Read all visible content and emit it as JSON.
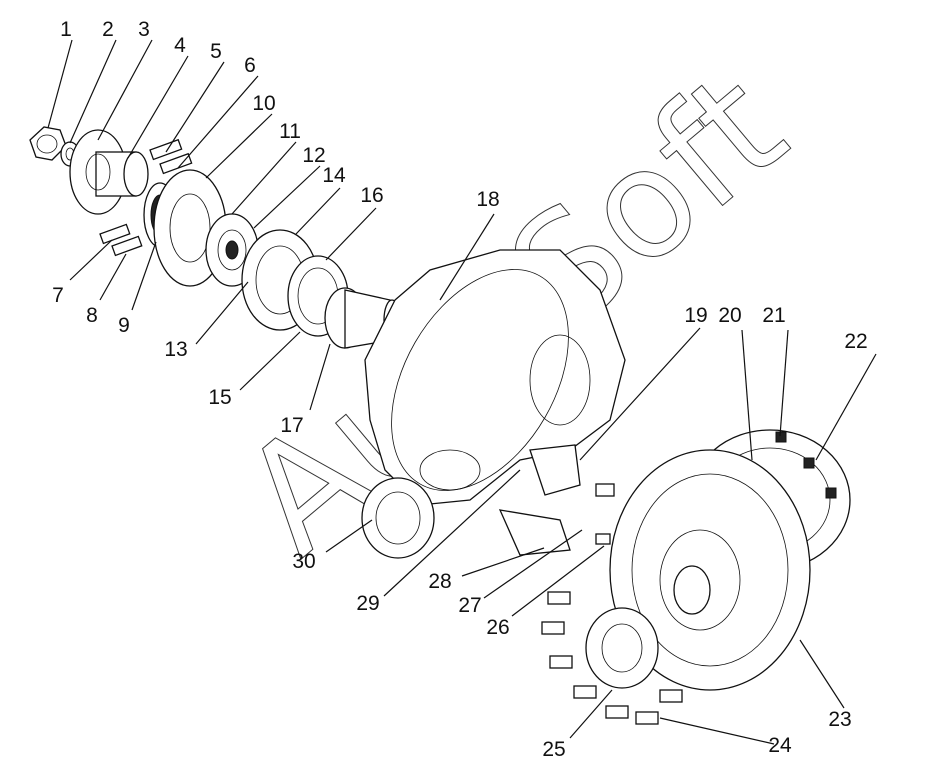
{
  "watermark": "AutoSoft",
  "callouts": [
    {
      "id": "1",
      "label": "1"
    },
    {
      "id": "2",
      "label": "2"
    },
    {
      "id": "3",
      "label": "3"
    },
    {
      "id": "4",
      "label": "4"
    },
    {
      "id": "5",
      "label": "5"
    },
    {
      "id": "6",
      "label": "6"
    },
    {
      "id": "7",
      "label": "7"
    },
    {
      "id": "8",
      "label": "8"
    },
    {
      "id": "9",
      "label": "9"
    },
    {
      "id": "10",
      "label": "10"
    },
    {
      "id": "11",
      "label": "11"
    },
    {
      "id": "12",
      "label": "12"
    },
    {
      "id": "13",
      "label": "13"
    },
    {
      "id": "14",
      "label": "14"
    },
    {
      "id": "15",
      "label": "15"
    },
    {
      "id": "16",
      "label": "16"
    },
    {
      "id": "17",
      "label": "17"
    },
    {
      "id": "18",
      "label": "18"
    },
    {
      "id": "19",
      "label": "19"
    },
    {
      "id": "20",
      "label": "20"
    },
    {
      "id": "21",
      "label": "21"
    },
    {
      "id": "22",
      "label": "22"
    },
    {
      "id": "23",
      "label": "23"
    },
    {
      "id": "24",
      "label": "24"
    },
    {
      "id": "25",
      "label": "25"
    },
    {
      "id": "26",
      "label": "26"
    },
    {
      "id": "27",
      "label": "27"
    },
    {
      "id": "28",
      "label": "28"
    },
    {
      "id": "29",
      "label": "29"
    },
    {
      "id": "30",
      "label": "30"
    }
  ]
}
